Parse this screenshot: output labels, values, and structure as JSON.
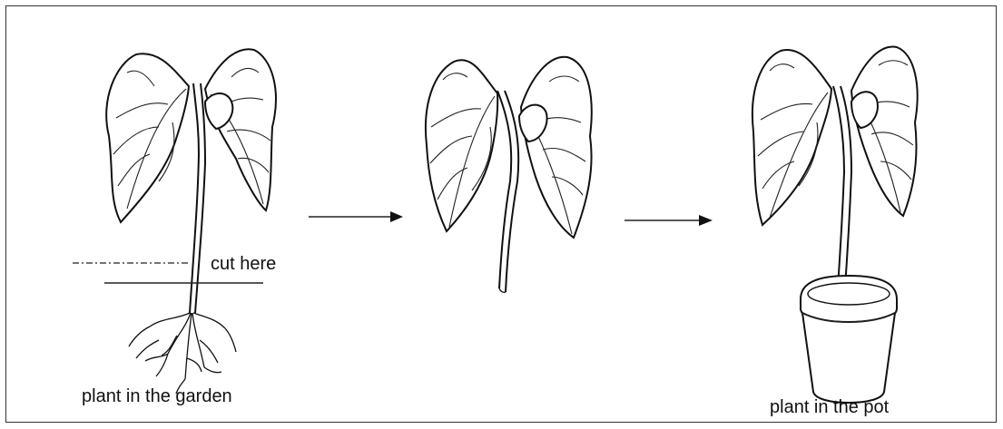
{
  "labels": {
    "cut_here": "cut here",
    "plant_in_garden": "plant in the garden",
    "plant_in_pot": "plant in the pot"
  }
}
